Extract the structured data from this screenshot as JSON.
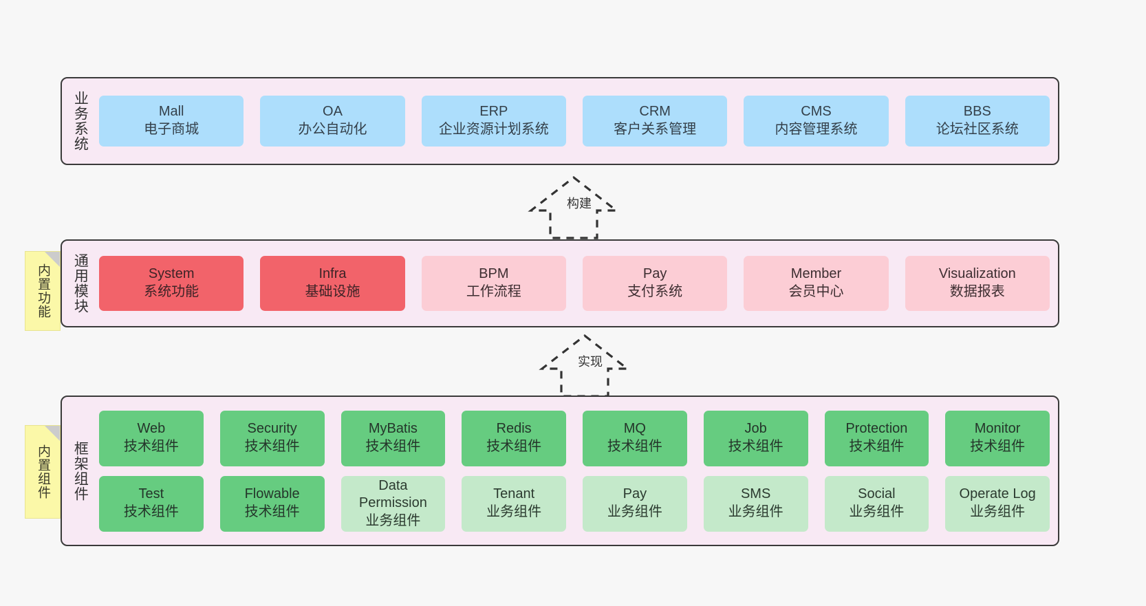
{
  "diagram": {
    "background_color": "#f7f7f7",
    "layer_fill": "#f8e9f4",
    "layer_border": "#3a3a3a",
    "note_color": "#fbf8a8"
  },
  "notes": [
    {
      "text": "内置功能"
    },
    {
      "text": "内置组件"
    }
  ],
  "arrows": [
    {
      "label": "构建",
      "style": "dashed-generalization"
    },
    {
      "label": "实现",
      "style": "dashed-generalization"
    }
  ],
  "layers": [
    {
      "id": "business",
      "label": "业务系统",
      "rows": [
        {
          "cards": [
            {
              "title": "Mall",
              "subtitle": "电子商城",
              "color": "#addefc",
              "variant": "blue"
            },
            {
              "title": "OA",
              "subtitle": "办公自动化",
              "color": "#addefc",
              "variant": "blue"
            },
            {
              "title": "ERP",
              "subtitle": "企业资源计划系统",
              "color": "#addefc",
              "variant": "blue"
            },
            {
              "title": "CRM",
              "subtitle": "客户关系管理",
              "color": "#addefc",
              "variant": "blue"
            },
            {
              "title": "CMS",
              "subtitle": "内容管理系统",
              "color": "#addefc",
              "variant": "blue"
            },
            {
              "title": "BBS",
              "subtitle": "论坛社区系统",
              "color": "#addefc",
              "variant": "blue"
            }
          ]
        }
      ]
    },
    {
      "id": "modules",
      "label": "通用模块",
      "rows": [
        {
          "cards": [
            {
              "title": "System",
              "subtitle": "系统功能",
              "color": "#f2636a",
              "variant": "red"
            },
            {
              "title": "Infra",
              "subtitle": "基础设施",
              "color": "#f2636a",
              "variant": "red"
            },
            {
              "title": "BPM",
              "subtitle": "工作流程",
              "color": "#fccdd5",
              "variant": "pink"
            },
            {
              "title": "Pay",
              "subtitle": "支付系统",
              "color": "#fccdd5",
              "variant": "pink"
            },
            {
              "title": "Member",
              "subtitle": "会员中心",
              "color": "#fccdd5",
              "variant": "pink"
            },
            {
              "title": "Visualization",
              "subtitle": "数据报表",
              "color": "#fccdd5",
              "variant": "pink"
            }
          ]
        }
      ]
    },
    {
      "id": "framework",
      "label": "框架组件",
      "rows": [
        {
          "cards": [
            {
              "title": "Web",
              "subtitle": "技术组件",
              "color": "#66cc80",
              "variant": "green"
            },
            {
              "title": "Security",
              "subtitle": "技术组件",
              "color": "#66cc80",
              "variant": "green"
            },
            {
              "title": "MyBatis",
              "subtitle": "技术组件",
              "color": "#66cc80",
              "variant": "green"
            },
            {
              "title": "Redis",
              "subtitle": "技术组件",
              "color": "#66cc80",
              "variant": "green"
            },
            {
              "title": "MQ",
              "subtitle": "技术组件",
              "color": "#66cc80",
              "variant": "green"
            },
            {
              "title": "Job",
              "subtitle": "技术组件",
              "color": "#66cc80",
              "variant": "green"
            },
            {
              "title": "Protection",
              "subtitle": "技术组件",
              "color": "#66cc80",
              "variant": "green"
            },
            {
              "title": "Monitor",
              "subtitle": "技术组件",
              "color": "#66cc80",
              "variant": "green"
            }
          ]
        },
        {
          "cards": [
            {
              "title": "Test",
              "subtitle": "技术组件",
              "color": "#66cc80",
              "variant": "green"
            },
            {
              "title": "Flowable",
              "subtitle": "技术组件",
              "color": "#66cc80",
              "variant": "green"
            },
            {
              "title": "Data Permission",
              "subtitle": "业务组件",
              "color": "#c4e9ca",
              "variant": "lgreen"
            },
            {
              "title": "Tenant",
              "subtitle": "业务组件",
              "color": "#c4e9ca",
              "variant": "lgreen"
            },
            {
              "title": "Pay",
              "subtitle": "业务组件",
              "color": "#c4e9ca",
              "variant": "lgreen"
            },
            {
              "title": "SMS",
              "subtitle": "业务组件",
              "color": "#c4e9ca",
              "variant": "lgreen"
            },
            {
              "title": "Social",
              "subtitle": "业务组件",
              "color": "#c4e9ca",
              "variant": "lgreen"
            },
            {
              "title": "Operate Log",
              "subtitle": "业务组件",
              "color": "#c4e9ca",
              "variant": "lgreen"
            }
          ]
        }
      ]
    }
  ]
}
